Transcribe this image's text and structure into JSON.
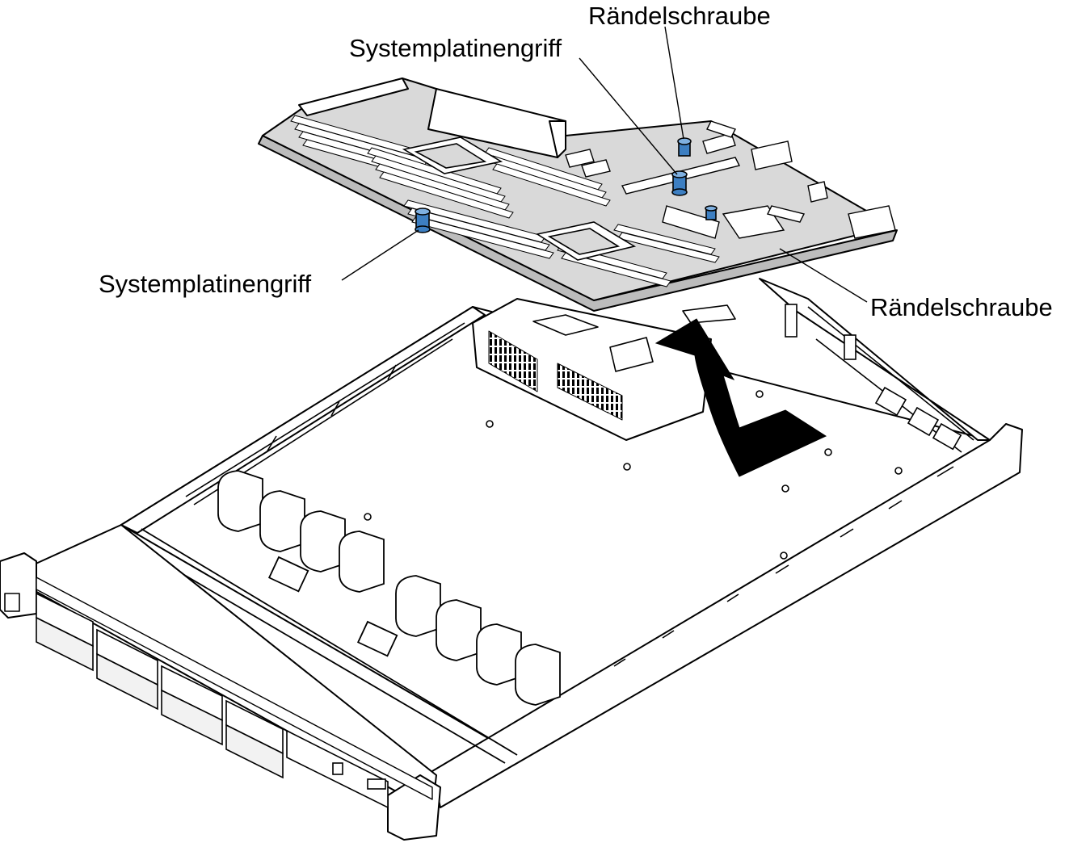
{
  "callouts": {
    "thumbscrew_top": "Rändelschraube",
    "handle_top": "Systemplatinengriff",
    "handle_left": "Systemplatinengriff",
    "thumbscrew_right": "Rändelschraube"
  },
  "colors": {
    "line": "#000000",
    "background": "#ffffff",
    "plate_fill": "#d9d9d9",
    "handle_accent": "#3d7fc2",
    "arrow": "#000000"
  }
}
